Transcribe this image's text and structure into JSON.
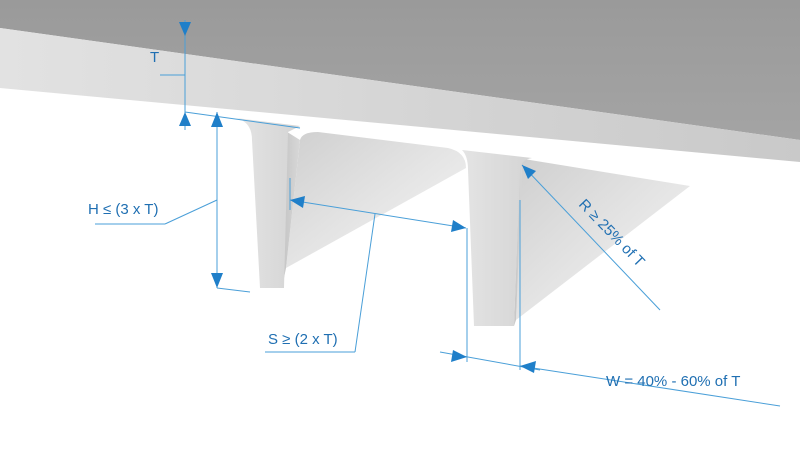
{
  "labels": {
    "thickness": "T",
    "height": "H ≤ (3 x T)",
    "spacing": "S ≥ (2 x T)",
    "radius": "R ≥ 25% of T",
    "width": "W = 40% - 60% of T"
  },
  "colors": {
    "dimension": "#1f7fc9",
    "plate_top": "#9b9b9b",
    "plate_front": "#d3d3d3",
    "rib": "#dcdcdc",
    "underside": "#e6e6e6"
  }
}
